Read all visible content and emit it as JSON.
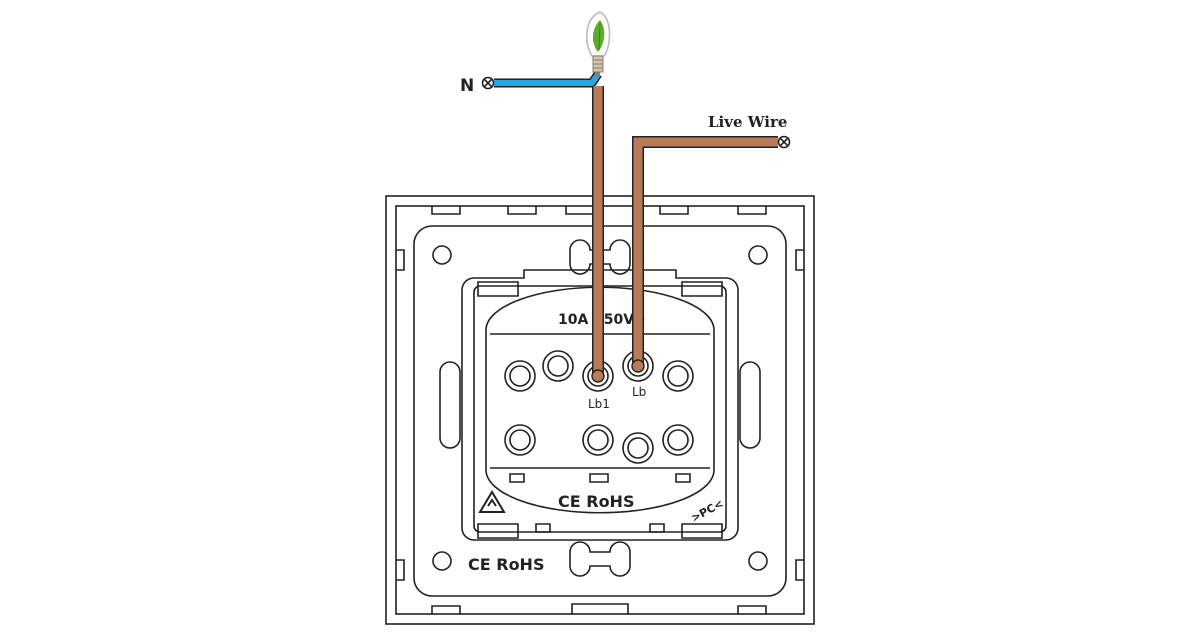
{
  "labels": {
    "neutral": "N",
    "live_wire": "Live Wire",
    "rating_a": "10A",
    "rating_b": "250V~",
    "terminal_lb1": "Lb1",
    "terminal_lb": "Lb",
    "cert_inner": "CE RoHS",
    "cert_outer": "CE RoHS",
    "pc_mark": ">PC<"
  },
  "colors": {
    "neutral_wire": "#2aa6dc",
    "live_wire": "#b97a57",
    "outline": "#222222",
    "leaf": "#5cab2c"
  },
  "icons": [
    "light-bulb-icon",
    "recycle-icon",
    "terminal-screw-icon"
  ]
}
